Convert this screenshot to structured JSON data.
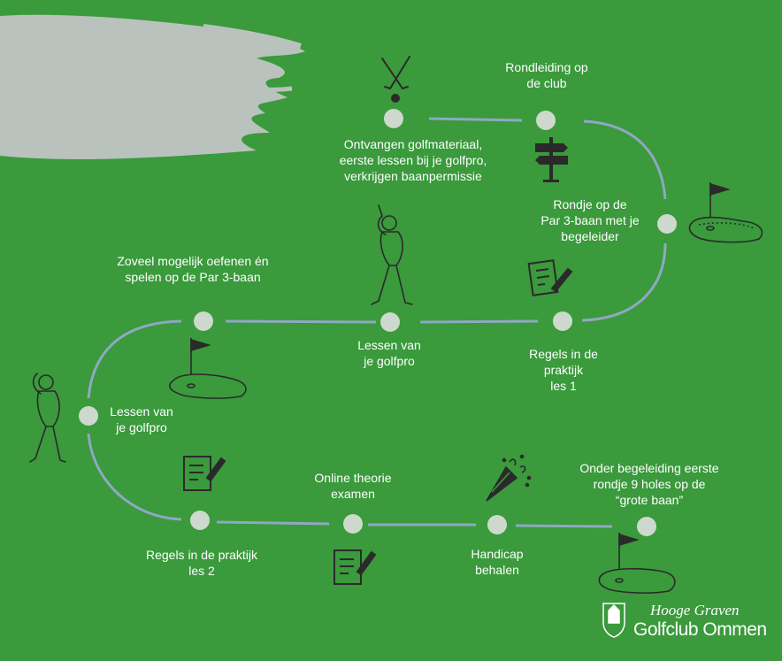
{
  "steps": {
    "s1": "Ontvangen golfmateriaal,\neerste lessen bij je golfpro,\nverkrijgen baanpermissie",
    "s2": "Rondleiding op\nde club",
    "s3": "Rondje op de\nPar 3-baan met je\nbegeleider",
    "s4": "Regels in de\npraktijk\nles 1",
    "s5": "Lessen van\nje golfpro",
    "s6": "Zoveel mogelijk oefenen én\nspelen op de Par 3-baan",
    "s7": "Lessen van\nje golfpro",
    "s8": "Regels in de praktijk\nles 2",
    "s9": "Online theorie\nexamen",
    "s10": "Handicap\nbehalen",
    "s11": "Onder begeleiding eerste\nrondje 9 holes op de\n“grote baan”"
  },
  "logo": {
    "script": "Hooge Graven",
    "name": "Golfclub Ommen"
  },
  "colors": {
    "background": "#3a9a3c",
    "track": "#8fa8c2",
    "node": "#cdd9cc",
    "brush": "#b9c2bd",
    "icon": "#2a2a2a"
  },
  "icons": [
    "golf-clubs-icon",
    "signpost-icon",
    "flag-green-icon",
    "clipboard-icon",
    "golfer-icon",
    "party-popper-icon"
  ]
}
